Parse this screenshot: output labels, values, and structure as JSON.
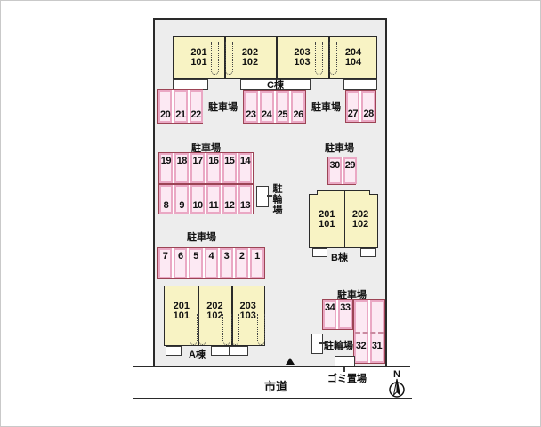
{
  "labels": {
    "parking": "駐車場",
    "bike": "駐輪場",
    "garbage": "ゴミ置場",
    "road": "市道",
    "compass_north": "N"
  },
  "buildings": {
    "c": {
      "name": "C棟",
      "units": [
        {
          "upper": "201",
          "lower": "101"
        },
        {
          "upper": "202",
          "lower": "102"
        },
        {
          "upper": "203",
          "lower": "103"
        },
        {
          "upper": "204",
          "lower": "104"
        }
      ]
    },
    "b": {
      "name": "B棟",
      "units": [
        {
          "upper": "201",
          "lower": "101"
        },
        {
          "upper": "202",
          "lower": "102"
        }
      ]
    },
    "a": {
      "name": "A棟",
      "units": [
        {
          "upper": "201",
          "lower": "101"
        },
        {
          "upper": "202",
          "lower": "102"
        },
        {
          "upper": "203",
          "lower": "103"
        }
      ]
    }
  },
  "lots": {
    "c_left": [
      "20",
      "21",
      "22"
    ],
    "c_mid": [
      "23",
      "24",
      "25",
      "26"
    ],
    "c_right": [
      "27",
      "28"
    ],
    "mid_row_top": [
      "19",
      "18",
      "17",
      "16",
      "15",
      "14"
    ],
    "mid_row_bottom": [
      "8",
      "9",
      "10",
      "11",
      "12",
      "13"
    ],
    "a_row": [
      "7",
      "6",
      "5",
      "4",
      "3",
      "2",
      "1"
    ],
    "b_lot": [
      "30",
      "29"
    ],
    "se_top": [
      "34",
      "33"
    ],
    "se_side": [
      "32",
      "31"
    ]
  },
  "colors": {
    "site_fill": "#ededed",
    "building_fill": "#f8f3c4",
    "parking_fill": "#fce9f3",
    "parking_cell_border": "#eaa8c4",
    "parking_group_border": "#9c4455",
    "line": "#2a2a2a"
  }
}
